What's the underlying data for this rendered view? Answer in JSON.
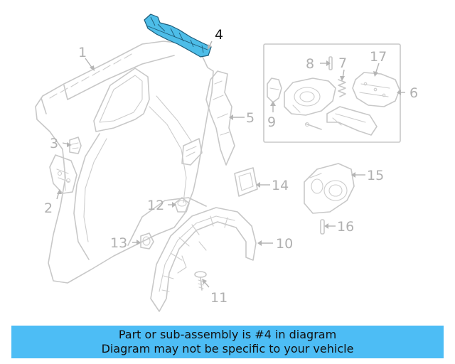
{
  "callouts": {
    "c1": "1",
    "c2": "2",
    "c3": "3",
    "c4": "4",
    "c5": "5",
    "c6": "6",
    "c7": "7",
    "c8": "8",
    "c9": "9",
    "c10": "10",
    "c11": "11",
    "c12": "12",
    "c13": "13",
    "c14": "14",
    "c15": "15",
    "c16": "16",
    "c17": "17"
  },
  "highlighted_part": "4",
  "banner": {
    "line1": "Part or sub-assembly is #4 in diagram",
    "line2": "Diagram may not be specific to your vehicle"
  },
  "colors": {
    "highlight": "#4dbde8",
    "banner": "#4dbdf5",
    "line_art": "#c8c8c8"
  }
}
